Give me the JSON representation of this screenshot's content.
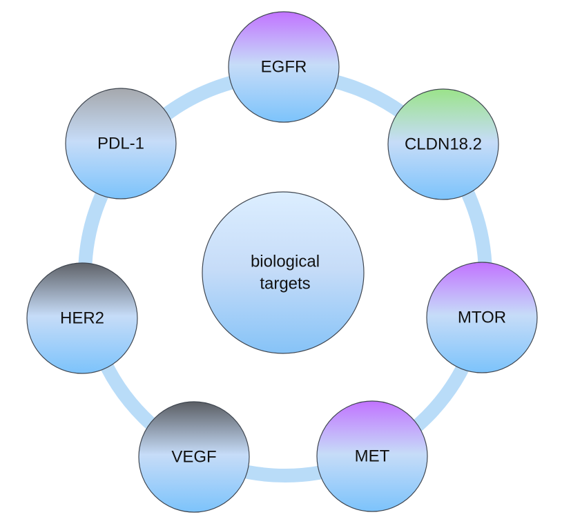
{
  "center": {
    "label_line1": "biological",
    "label_line2": "targets",
    "gradient_top": "#dceeff",
    "gradient_bottom": "#86c3f7"
  },
  "ring_color": "#b9dcf8",
  "nodes": [
    {
      "id": "egfr",
      "label": "EGFR",
      "top_color": "#c173ff"
    },
    {
      "id": "cldn182",
      "label": "CLDN18.2",
      "top_color": "#9be38a"
    },
    {
      "id": "mtor",
      "label": "MTOR",
      "top_color": "#c173ff"
    },
    {
      "id": "met",
      "label": "MET",
      "top_color": "#c173ff"
    },
    {
      "id": "vegf",
      "label": "VEGF",
      "top_color": "#5a5d63"
    },
    {
      "id": "her2",
      "label": "HER2",
      "top_color": "#5f6268"
    },
    {
      "id": "pdl1",
      "label": "PDL-1",
      "top_color": "#a5a8ad"
    }
  ],
  "node_bottom_color": "#7cc3fb"
}
